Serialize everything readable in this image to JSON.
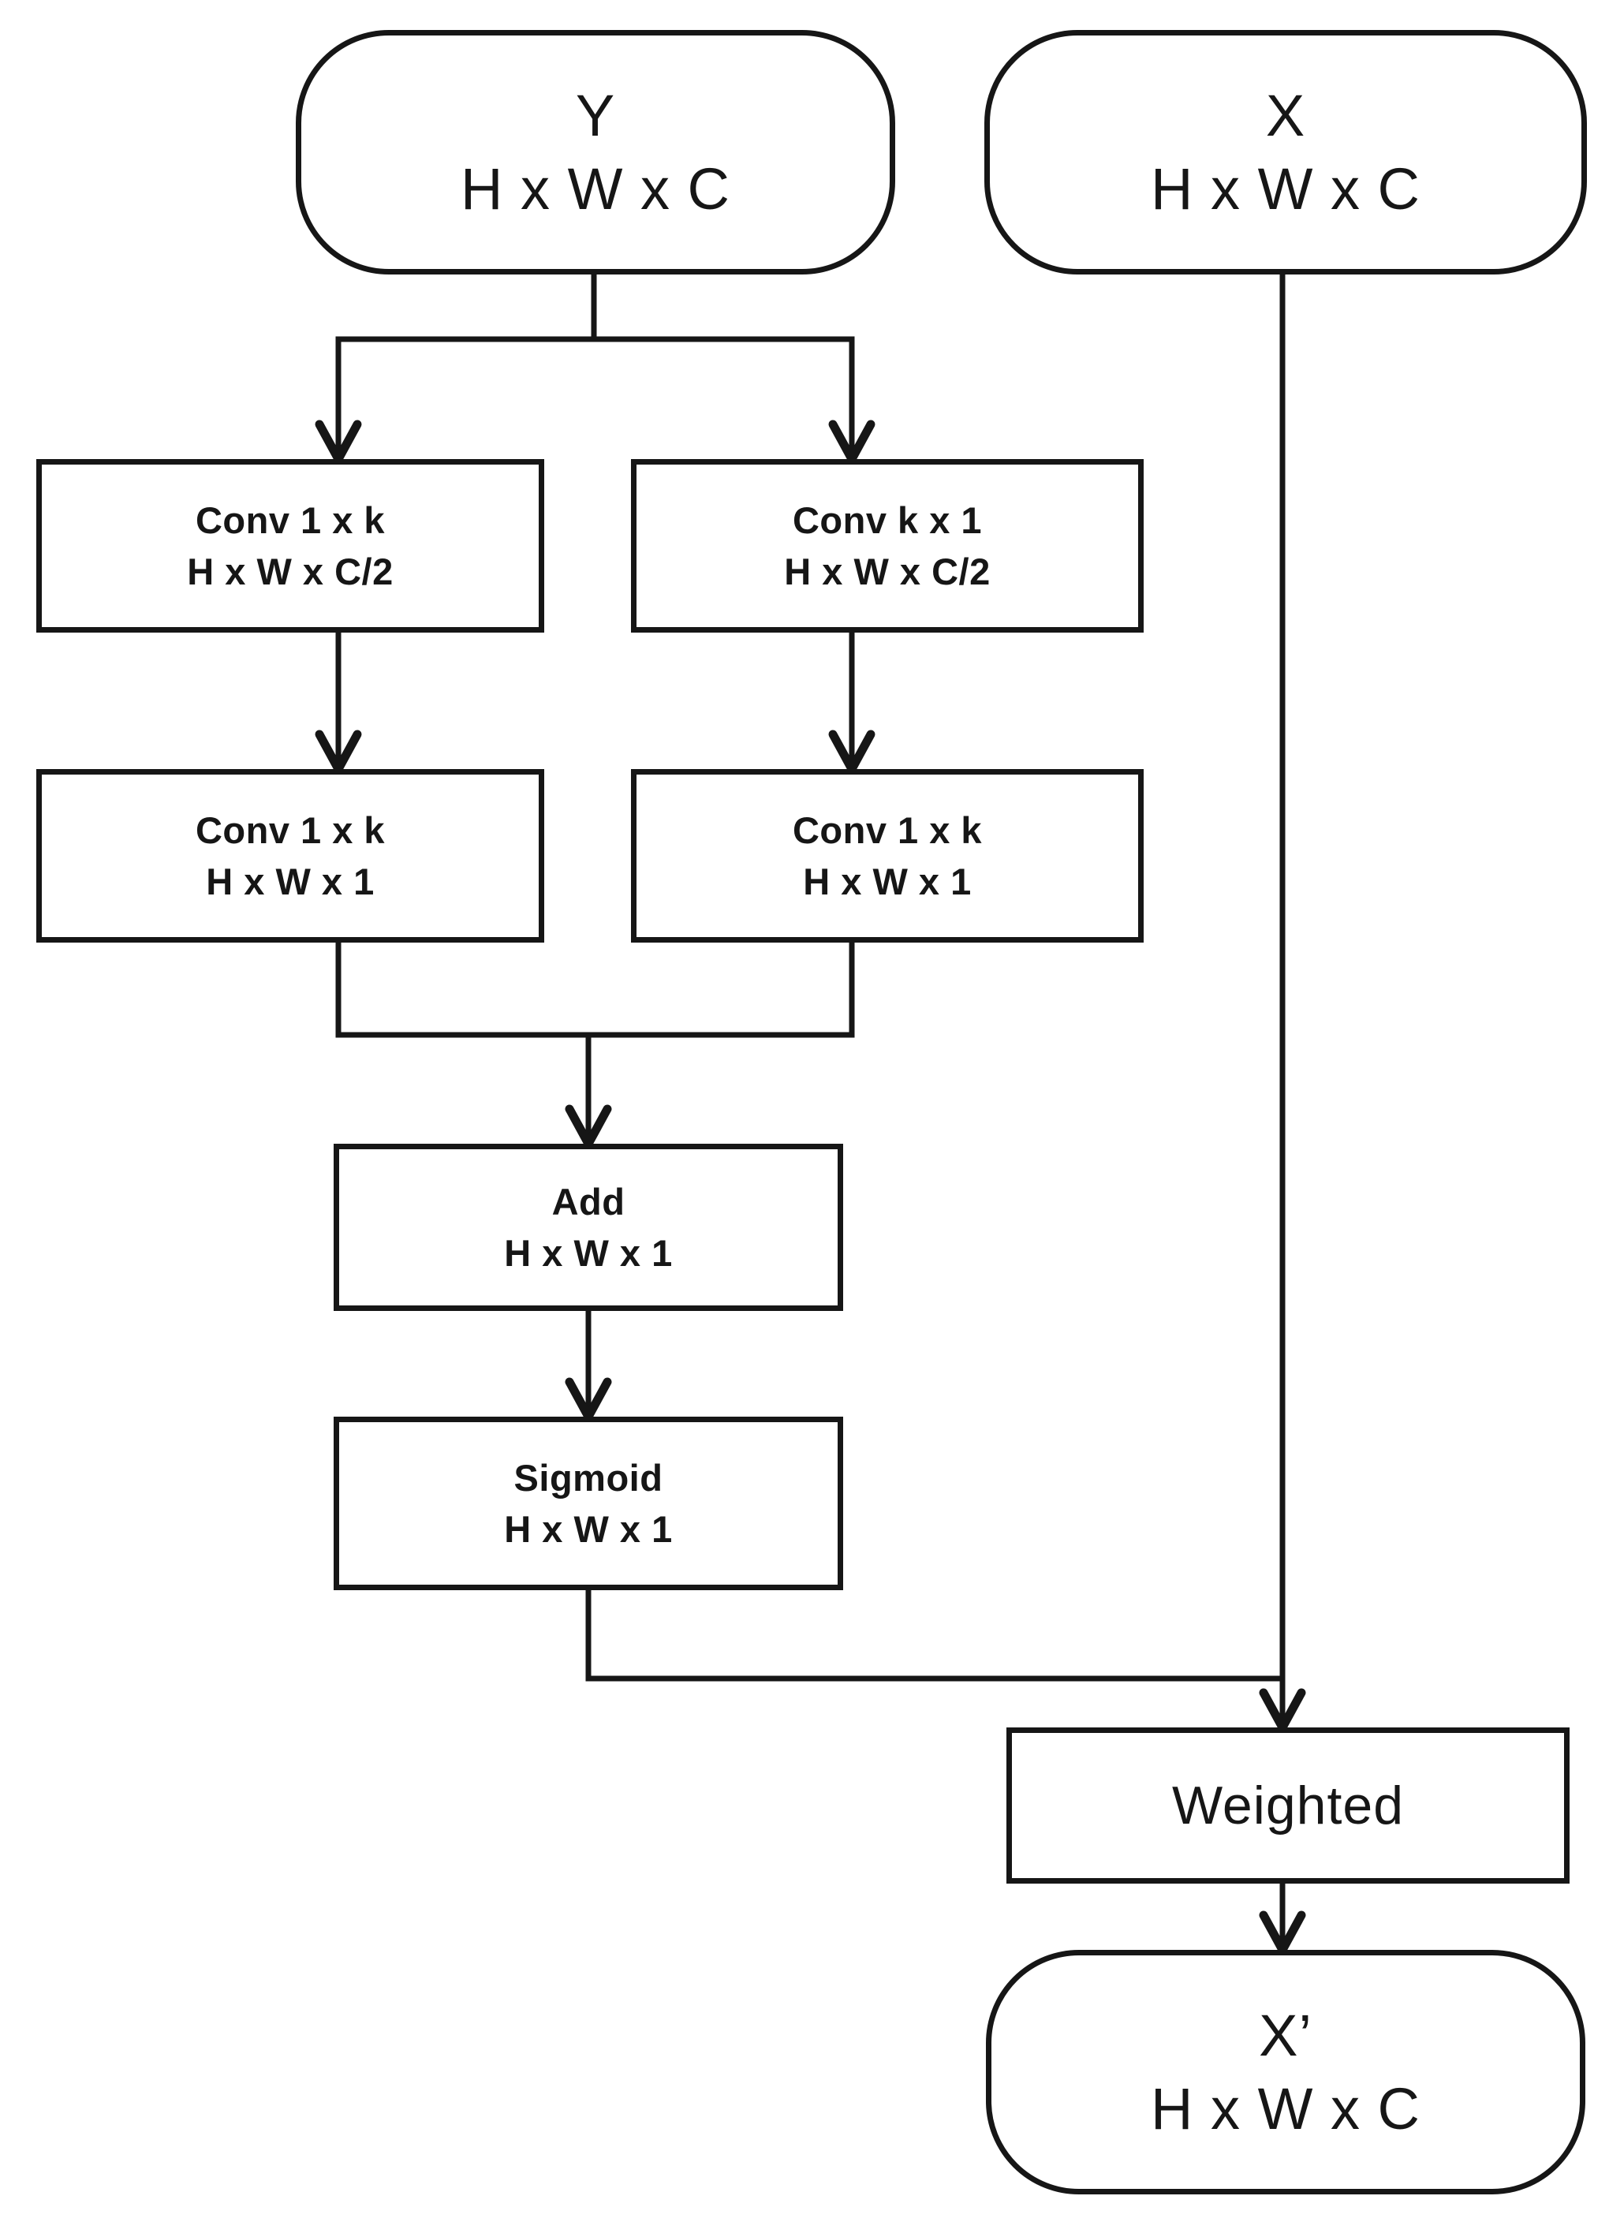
{
  "diagram": {
    "background_color": "#ffffff",
    "line_color": "#161616",
    "text_color": "#161616",
    "nodes": {
      "y_input": {
        "line1": "Y",
        "line2": "H x W x C"
      },
      "x_input": {
        "line1": "X",
        "line2": "H x W x C"
      },
      "conv1xk_c2": {
        "line1": "Conv 1 x k",
        "line2": "H x W x C/2"
      },
      "convkx1_c2": {
        "line1": "Conv k x 1",
        "line2": "H x W x C/2"
      },
      "conv1xk_left": {
        "line1": "Conv 1 x k",
        "line2": "H x W x 1"
      },
      "conv1xk_right": {
        "line1": "Conv 1 x k",
        "line2": "H x W x 1"
      },
      "add": {
        "line1": "Add",
        "line2": "H x W x 1"
      },
      "sigmoid": {
        "line1": "Sigmoid",
        "line2": "H x W x 1"
      },
      "weighted": {
        "line1": "Weighted"
      },
      "x_output": {
        "line1": "X’",
        "line2": "H x W x C"
      }
    },
    "edges": [
      {
        "from": "y_input",
        "to": "conv1xk_c2"
      },
      {
        "from": "y_input",
        "to": "convkx1_c2"
      },
      {
        "from": "conv1xk_c2",
        "to": "conv1xk_left"
      },
      {
        "from": "convkx1_c2",
        "to": "conv1xk_right"
      },
      {
        "from": "conv1xk_left",
        "to": "add"
      },
      {
        "from": "conv1xk_right",
        "to": "add"
      },
      {
        "from": "add",
        "to": "sigmoid"
      },
      {
        "from": "sigmoid",
        "to": "weighted"
      },
      {
        "from": "x_input",
        "to": "weighted"
      },
      {
        "from": "weighted",
        "to": "x_output"
      }
    ]
  }
}
